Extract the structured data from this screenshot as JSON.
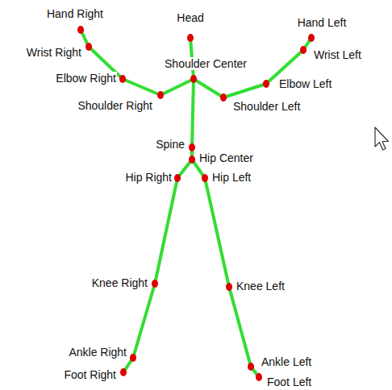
{
  "diagram": {
    "labels": [
      "Hand Right",
      "Head",
      "Hand Left",
      "Wrist Right",
      "Wrist Left",
      "Shoulder Center",
      "Elbow Right",
      "Elbow Left",
      "Shoulder Right",
      "Shoulder Left",
      "Spine",
      "Hip Center",
      "Hip Right",
      "Hip Left",
      "Knee Right",
      "Knee Left",
      "Ankle Right",
      "Ankle Left",
      "Foot Right",
      "Foot Left"
    ]
  }
}
